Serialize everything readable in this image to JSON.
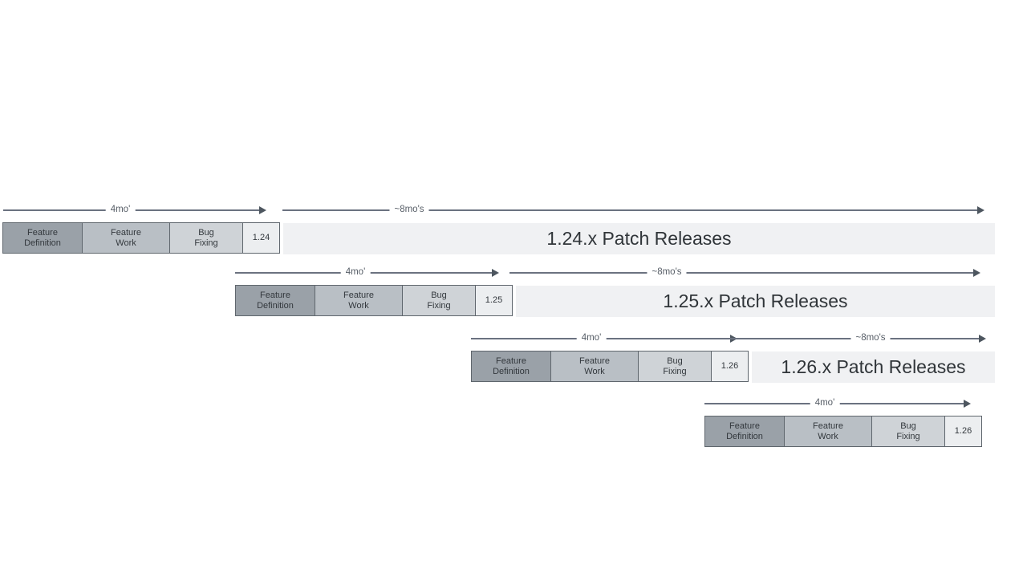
{
  "diagram": {
    "title": "release-cycle-cadence",
    "colors": {
      "feature_definition_fill": "#9aa1a8",
      "feature_work_fill": "#b9bfc5",
      "bug_fixing_fill": "#cfd3d7",
      "version_fill": "#eceef0",
      "patch_bar_fill": "#f0f1f3",
      "arrow": "#6b7280",
      "text": "#33383d"
    },
    "rows": [
      {
        "version": "1.24",
        "cycle_duration": "4mo'",
        "patch_duration": "~8mo's",
        "patch_bar_label": "1.24.x Patch Releases",
        "phases": [
          {
            "line1": "Feature",
            "line2": "Definition"
          },
          {
            "line1": "Feature",
            "line2": "Work"
          },
          {
            "line1": "Bug",
            "line2": "Fixing"
          }
        ]
      },
      {
        "version": "1.25",
        "cycle_duration": "4mo'",
        "patch_duration": "~8mo's",
        "patch_bar_label": "1.25.x Patch Releases",
        "phases": [
          {
            "line1": "Feature",
            "line2": "Definition"
          },
          {
            "line1": "Feature",
            "line2": "Work"
          },
          {
            "line1": "Bug",
            "line2": "Fixing"
          }
        ]
      },
      {
        "version": "1.26",
        "cycle_duration": "4mo'",
        "patch_duration": "~8mo's",
        "patch_bar_label": "1.26.x Patch Releases",
        "phases": [
          {
            "line1": "Feature",
            "line2": "Definition"
          },
          {
            "line1": "Feature",
            "line2": "Work"
          },
          {
            "line1": "Bug",
            "line2": "Fixing"
          }
        ]
      },
      {
        "version": "1.26",
        "cycle_duration": "4mo'",
        "phases": [
          {
            "line1": "Feature",
            "line2": "Definition"
          },
          {
            "line1": "Feature",
            "line2": "Work"
          },
          {
            "line1": "Bug",
            "line2": "Fixing"
          }
        ]
      }
    ]
  }
}
